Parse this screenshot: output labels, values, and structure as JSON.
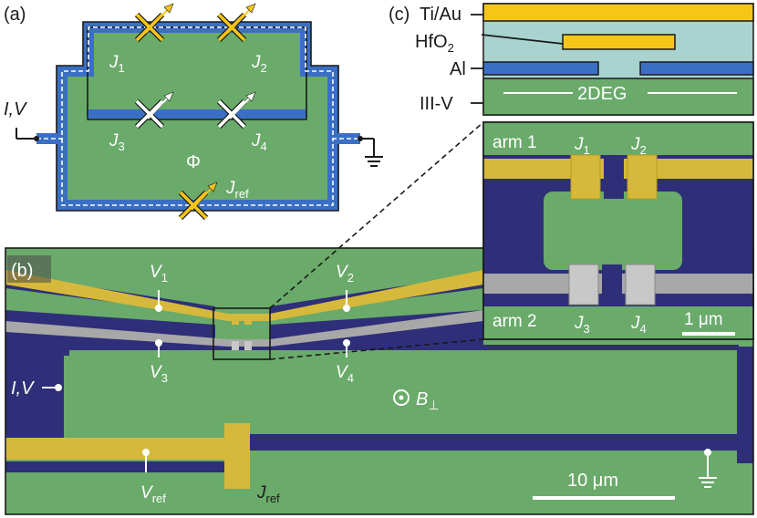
{
  "colors": {
    "green": "#6aaa6a",
    "blue": "#3a6fc4",
    "navy": "#2e2f78",
    "gold": "#f5c518",
    "sem_gold": "#d6b93a",
    "sem_gray": "#a8a8a8",
    "hfo2": "#a9d3cf",
    "al": "#3a6fc4",
    "iii_v": "#6aaa6a"
  },
  "panel_a": {
    "tag": "(a)",
    "source_label": "I,V",
    "flux": "Φ",
    "j1": "J",
    "j1_sub": "1",
    "j2": "J",
    "j2_sub": "2",
    "j3": "J",
    "j3_sub": "3",
    "j4": "J",
    "j4_sub": "4",
    "jref": "J",
    "jref_sub": "ref",
    "icons": [
      "tunable-junction-icon",
      "ground-icon"
    ]
  },
  "panel_c": {
    "tag": "(c)",
    "layers": [
      "Ti/Au",
      "HfO",
      "2",
      "Al",
      "III-V"
    ],
    "hfo_main": "HfO",
    "hfo_sub": "2",
    "tiau": "Ti/Au",
    "al": "Al",
    "iiiv": "III-V",
    "channel": "2DEG"
  },
  "inset": {
    "arm1": "arm 1",
    "arm2": "arm 2",
    "j1": "J",
    "j1_sub": "1",
    "j2": "J",
    "j2_sub": "2",
    "j3": "J",
    "j3_sub": "3",
    "j4": "J",
    "j4_sub": "4",
    "scale": "1 μm"
  },
  "panel_b": {
    "tag": "(b)",
    "v1": "V",
    "v1_sub": "1",
    "v2": "V",
    "v2_sub": "2",
    "v3": "V",
    "v3_sub": "3",
    "v4": "V",
    "v4_sub": "4",
    "vref": "V",
    "vref_sub": "ref",
    "jref": "J",
    "jref_sub": "ref",
    "source_label": "I,V",
    "field_main": "B",
    "field_sub": "⊥",
    "scale": "10 μm"
  }
}
